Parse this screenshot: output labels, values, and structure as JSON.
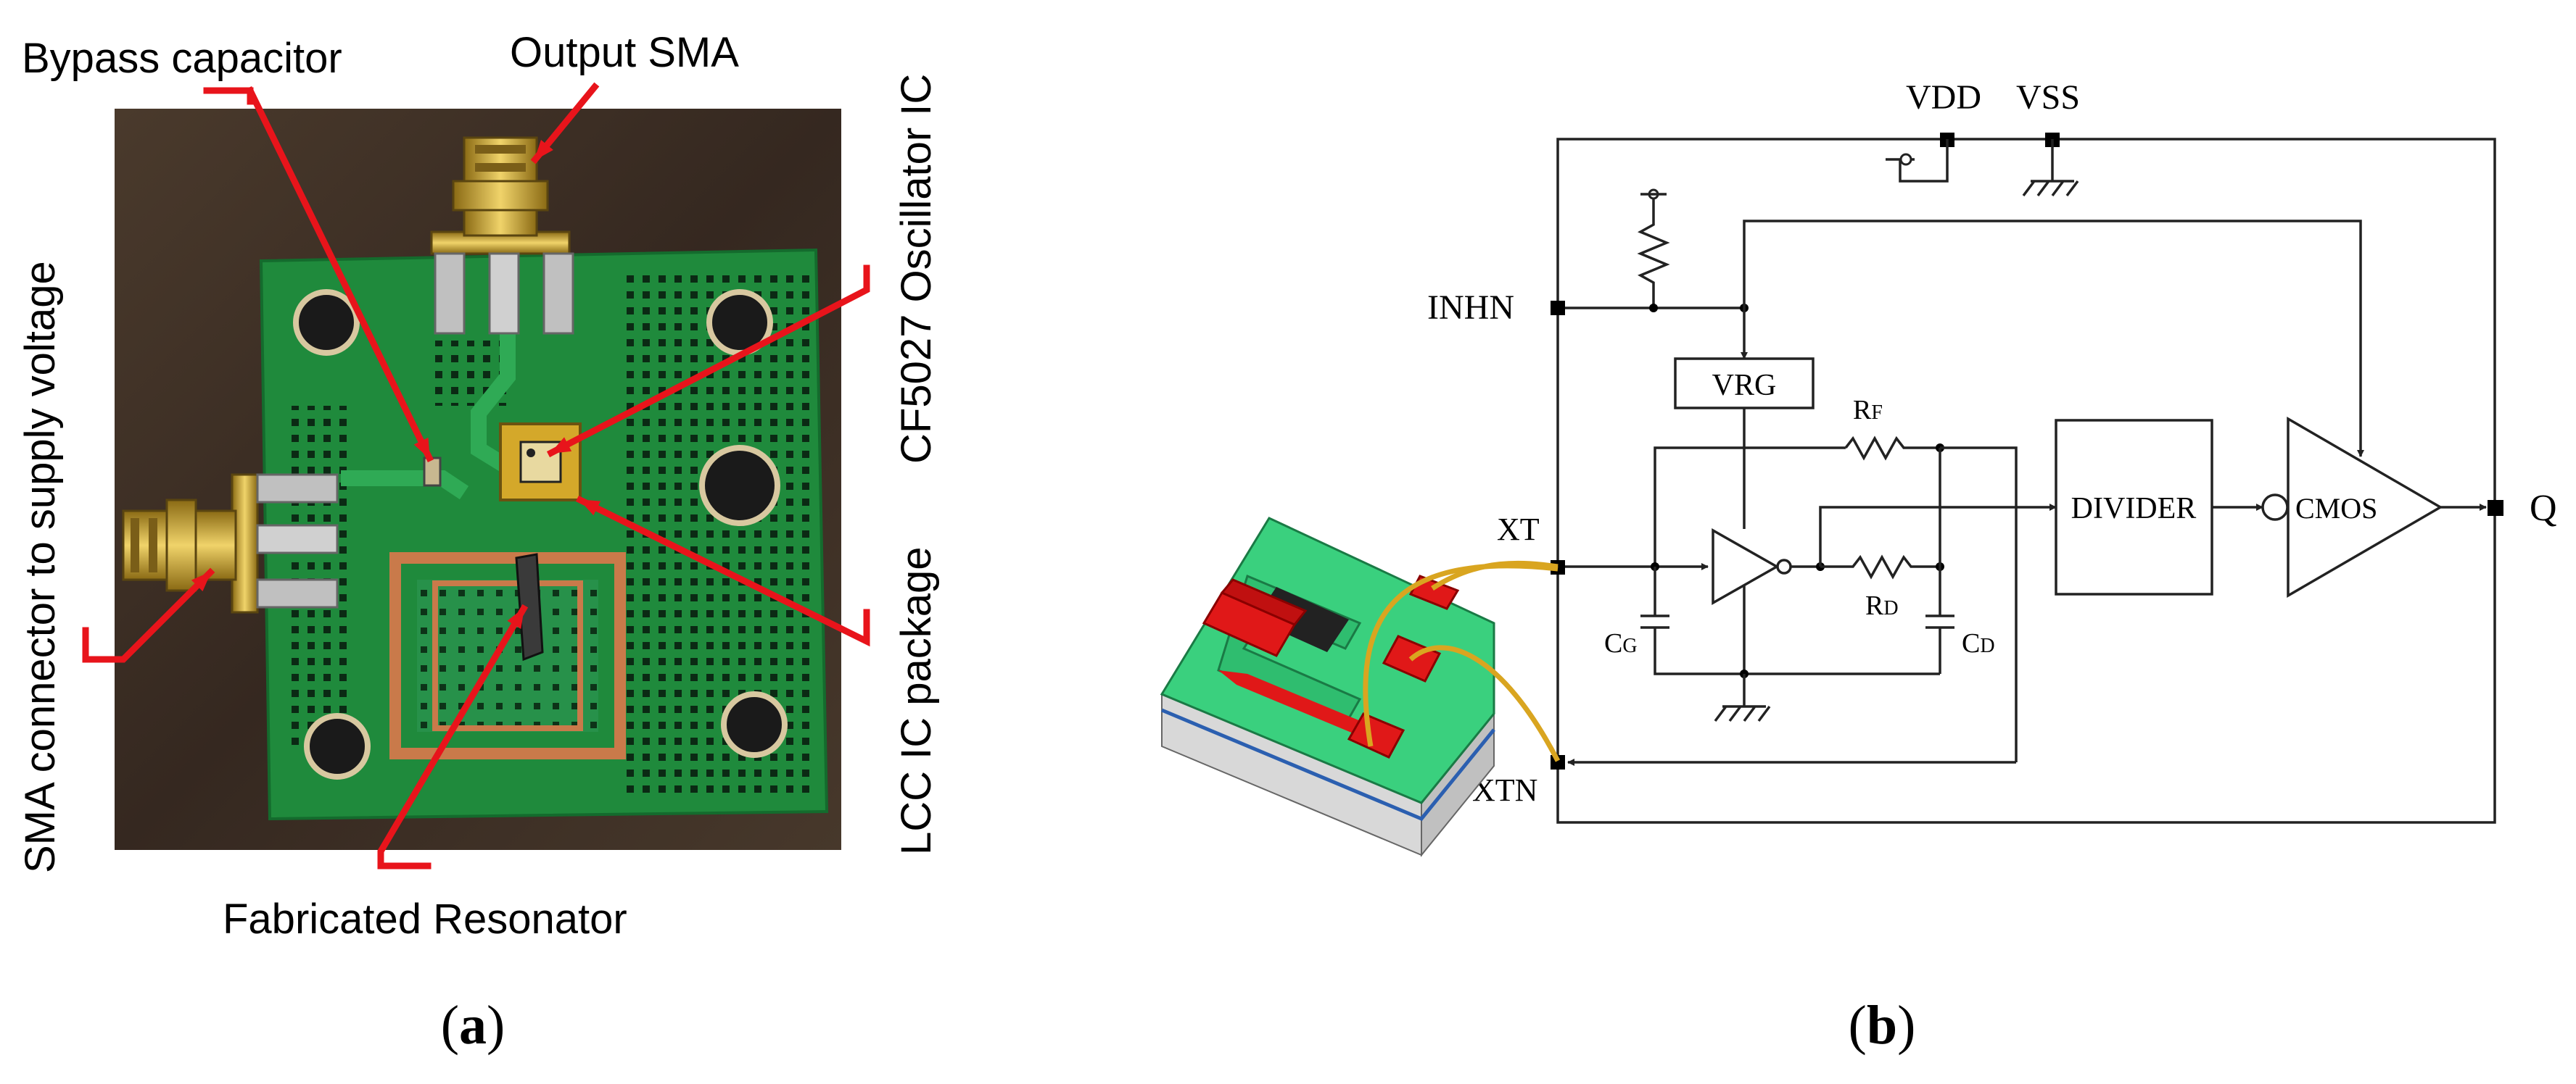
{
  "panel_a": {
    "labels": {
      "bypass_capacitor": "Bypass capacitor",
      "output_sma": "Output SMA",
      "oscillator_ic": "CF5027 Oscillator IC",
      "sma_supply": "SMA connector to supply voltage",
      "lcc_package": "LCC IC package",
      "fabricated_resonator": "Fabricated Resonator"
    },
    "caption_letter": "a"
  },
  "panel_b": {
    "pins": {
      "vdd": "VDD",
      "vss": "VSS",
      "inhn": "INHN",
      "xt": "XT",
      "xtn": "XTN",
      "q": "Q"
    },
    "blocks": {
      "vrg": "VRG",
      "divider": "DIVIDER",
      "cmos": "CMOS"
    },
    "components": {
      "rf_main": "R",
      "rf_sub": "F",
      "rd_main": "R",
      "rd_sub": "D",
      "cg_main": "C",
      "cg_sub": "G",
      "cd_main": "C",
      "cd_sub": "D"
    },
    "caption_letter": "b"
  },
  "colors": {
    "pcb_green": "#1f8a3c",
    "annotation_red": "#e8141b",
    "gold": "#c9a22c",
    "copper": "#c97a4a",
    "wood": "#3d2e22",
    "bond_wire": "#d9a520"
  }
}
